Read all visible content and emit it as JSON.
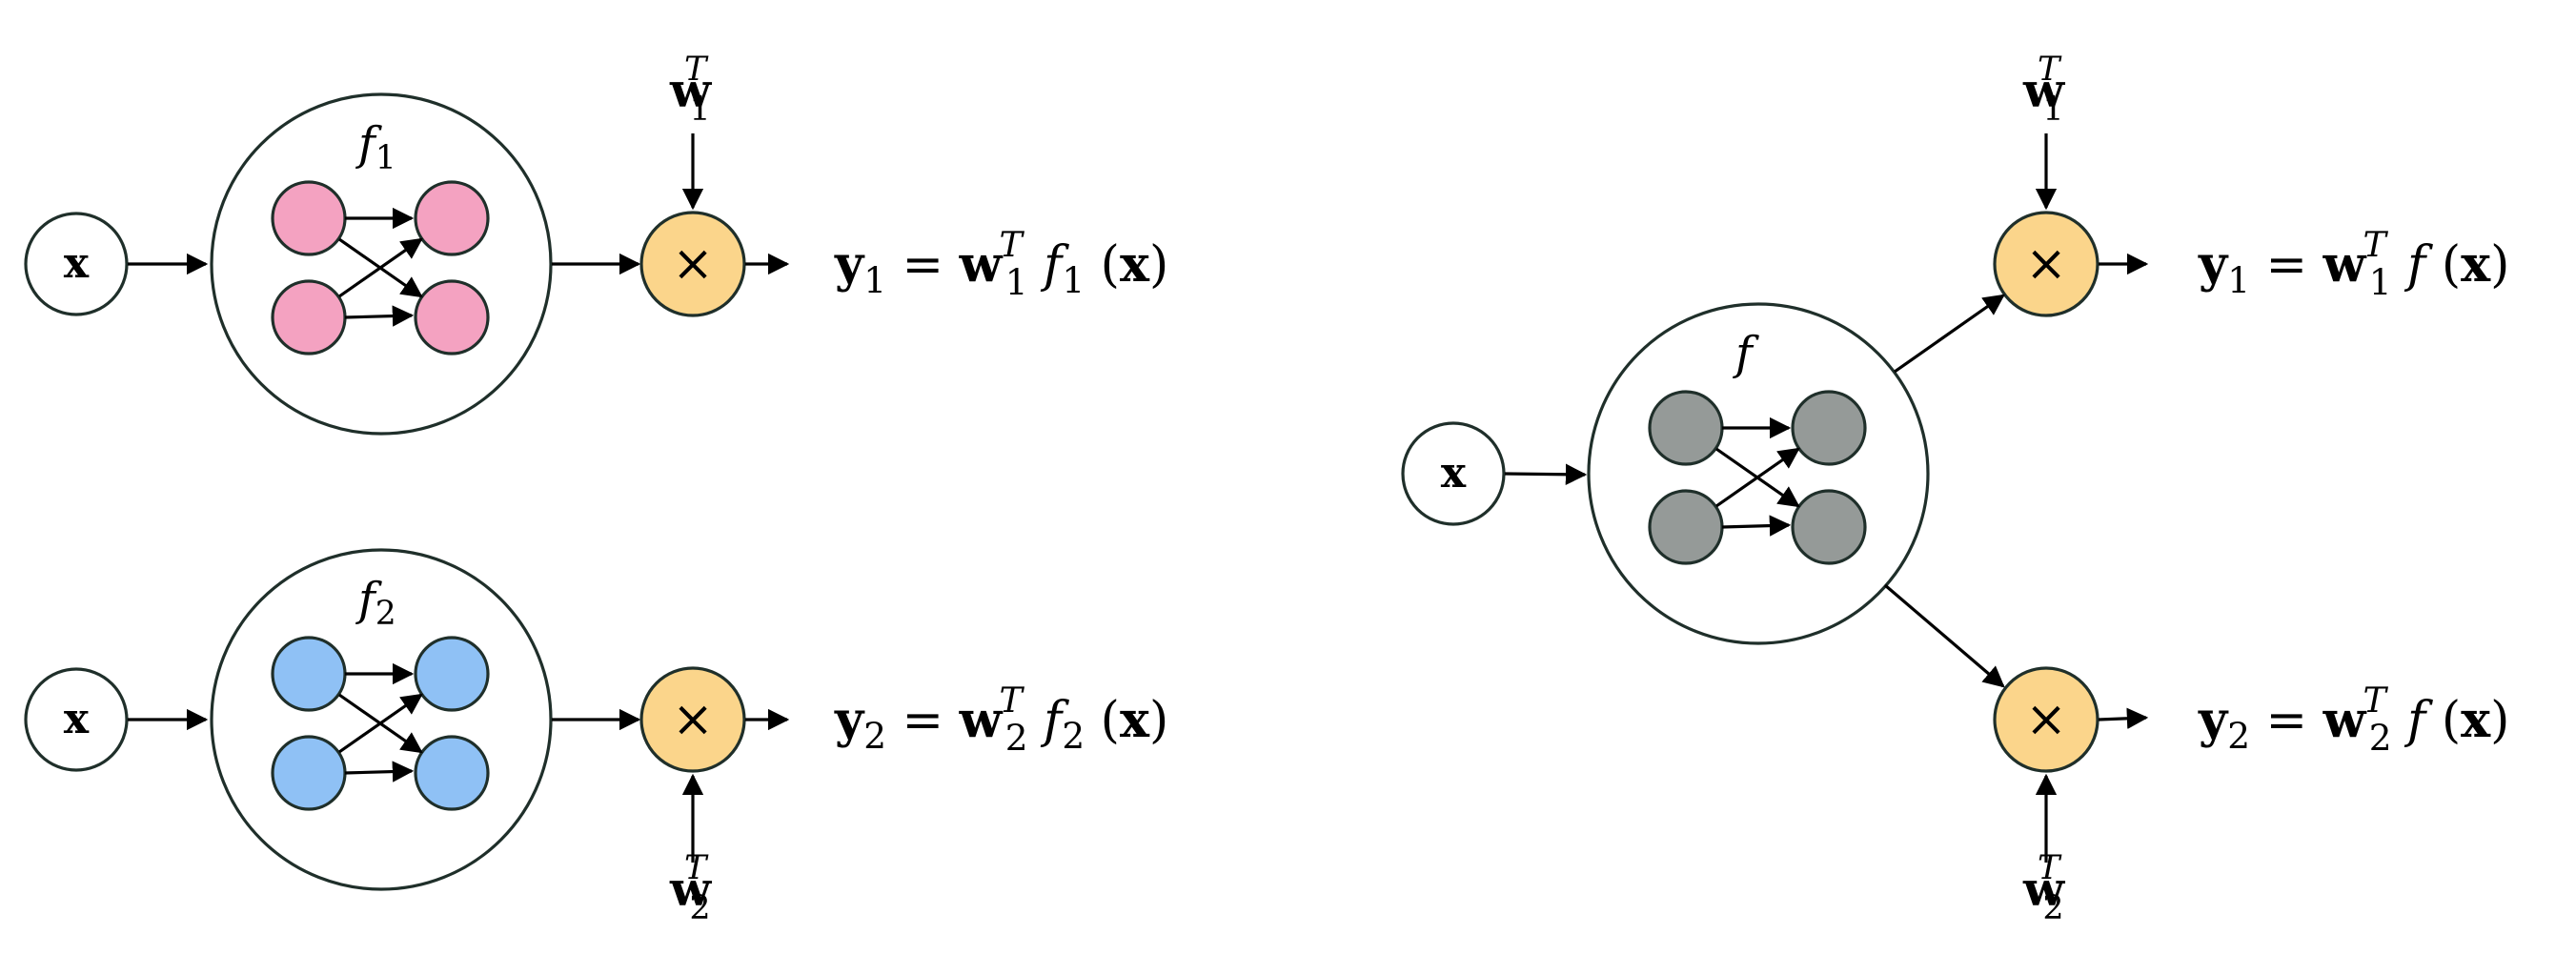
{
  "colors": {
    "stroke": "#1f2f2a",
    "pink": "#f4a2c1",
    "blue": "#8fc1f5",
    "gray": "#959a98",
    "multiply": "#fbd58b",
    "input": "#ffffff"
  },
  "labels": {
    "x_symbol": "x",
    "multiply_symbol": "×",
    "w_bold": "w",
    "sup_T": "T",
    "sub_1": "1",
    "sub_2": "2",
    "f_italic": "f",
    "y_bold": "y",
    "equals": "=",
    "paren_open": "(",
    "paren_close": ")"
  },
  "left_top": {
    "input_label": "x",
    "network_label": "f",
    "network_sub": "1",
    "weight_label": "w",
    "weight_sub": "1",
    "weight_sup": "T",
    "output_equation": "y1 = w1T f1 (x)"
  },
  "left_bottom": {
    "input_label": "x",
    "network_label": "f",
    "network_sub": "2",
    "weight_label": "w",
    "weight_sub": "2",
    "weight_sup": "T",
    "output_equation": "y2 = w2T f2 (x)"
  },
  "right": {
    "input_label": "x",
    "network_label": "f",
    "top_weight": "w1T",
    "bottom_weight": "w2T",
    "top_output": "y1 = w1T f (x)",
    "bottom_output": "y2 = w2T f (x)"
  }
}
